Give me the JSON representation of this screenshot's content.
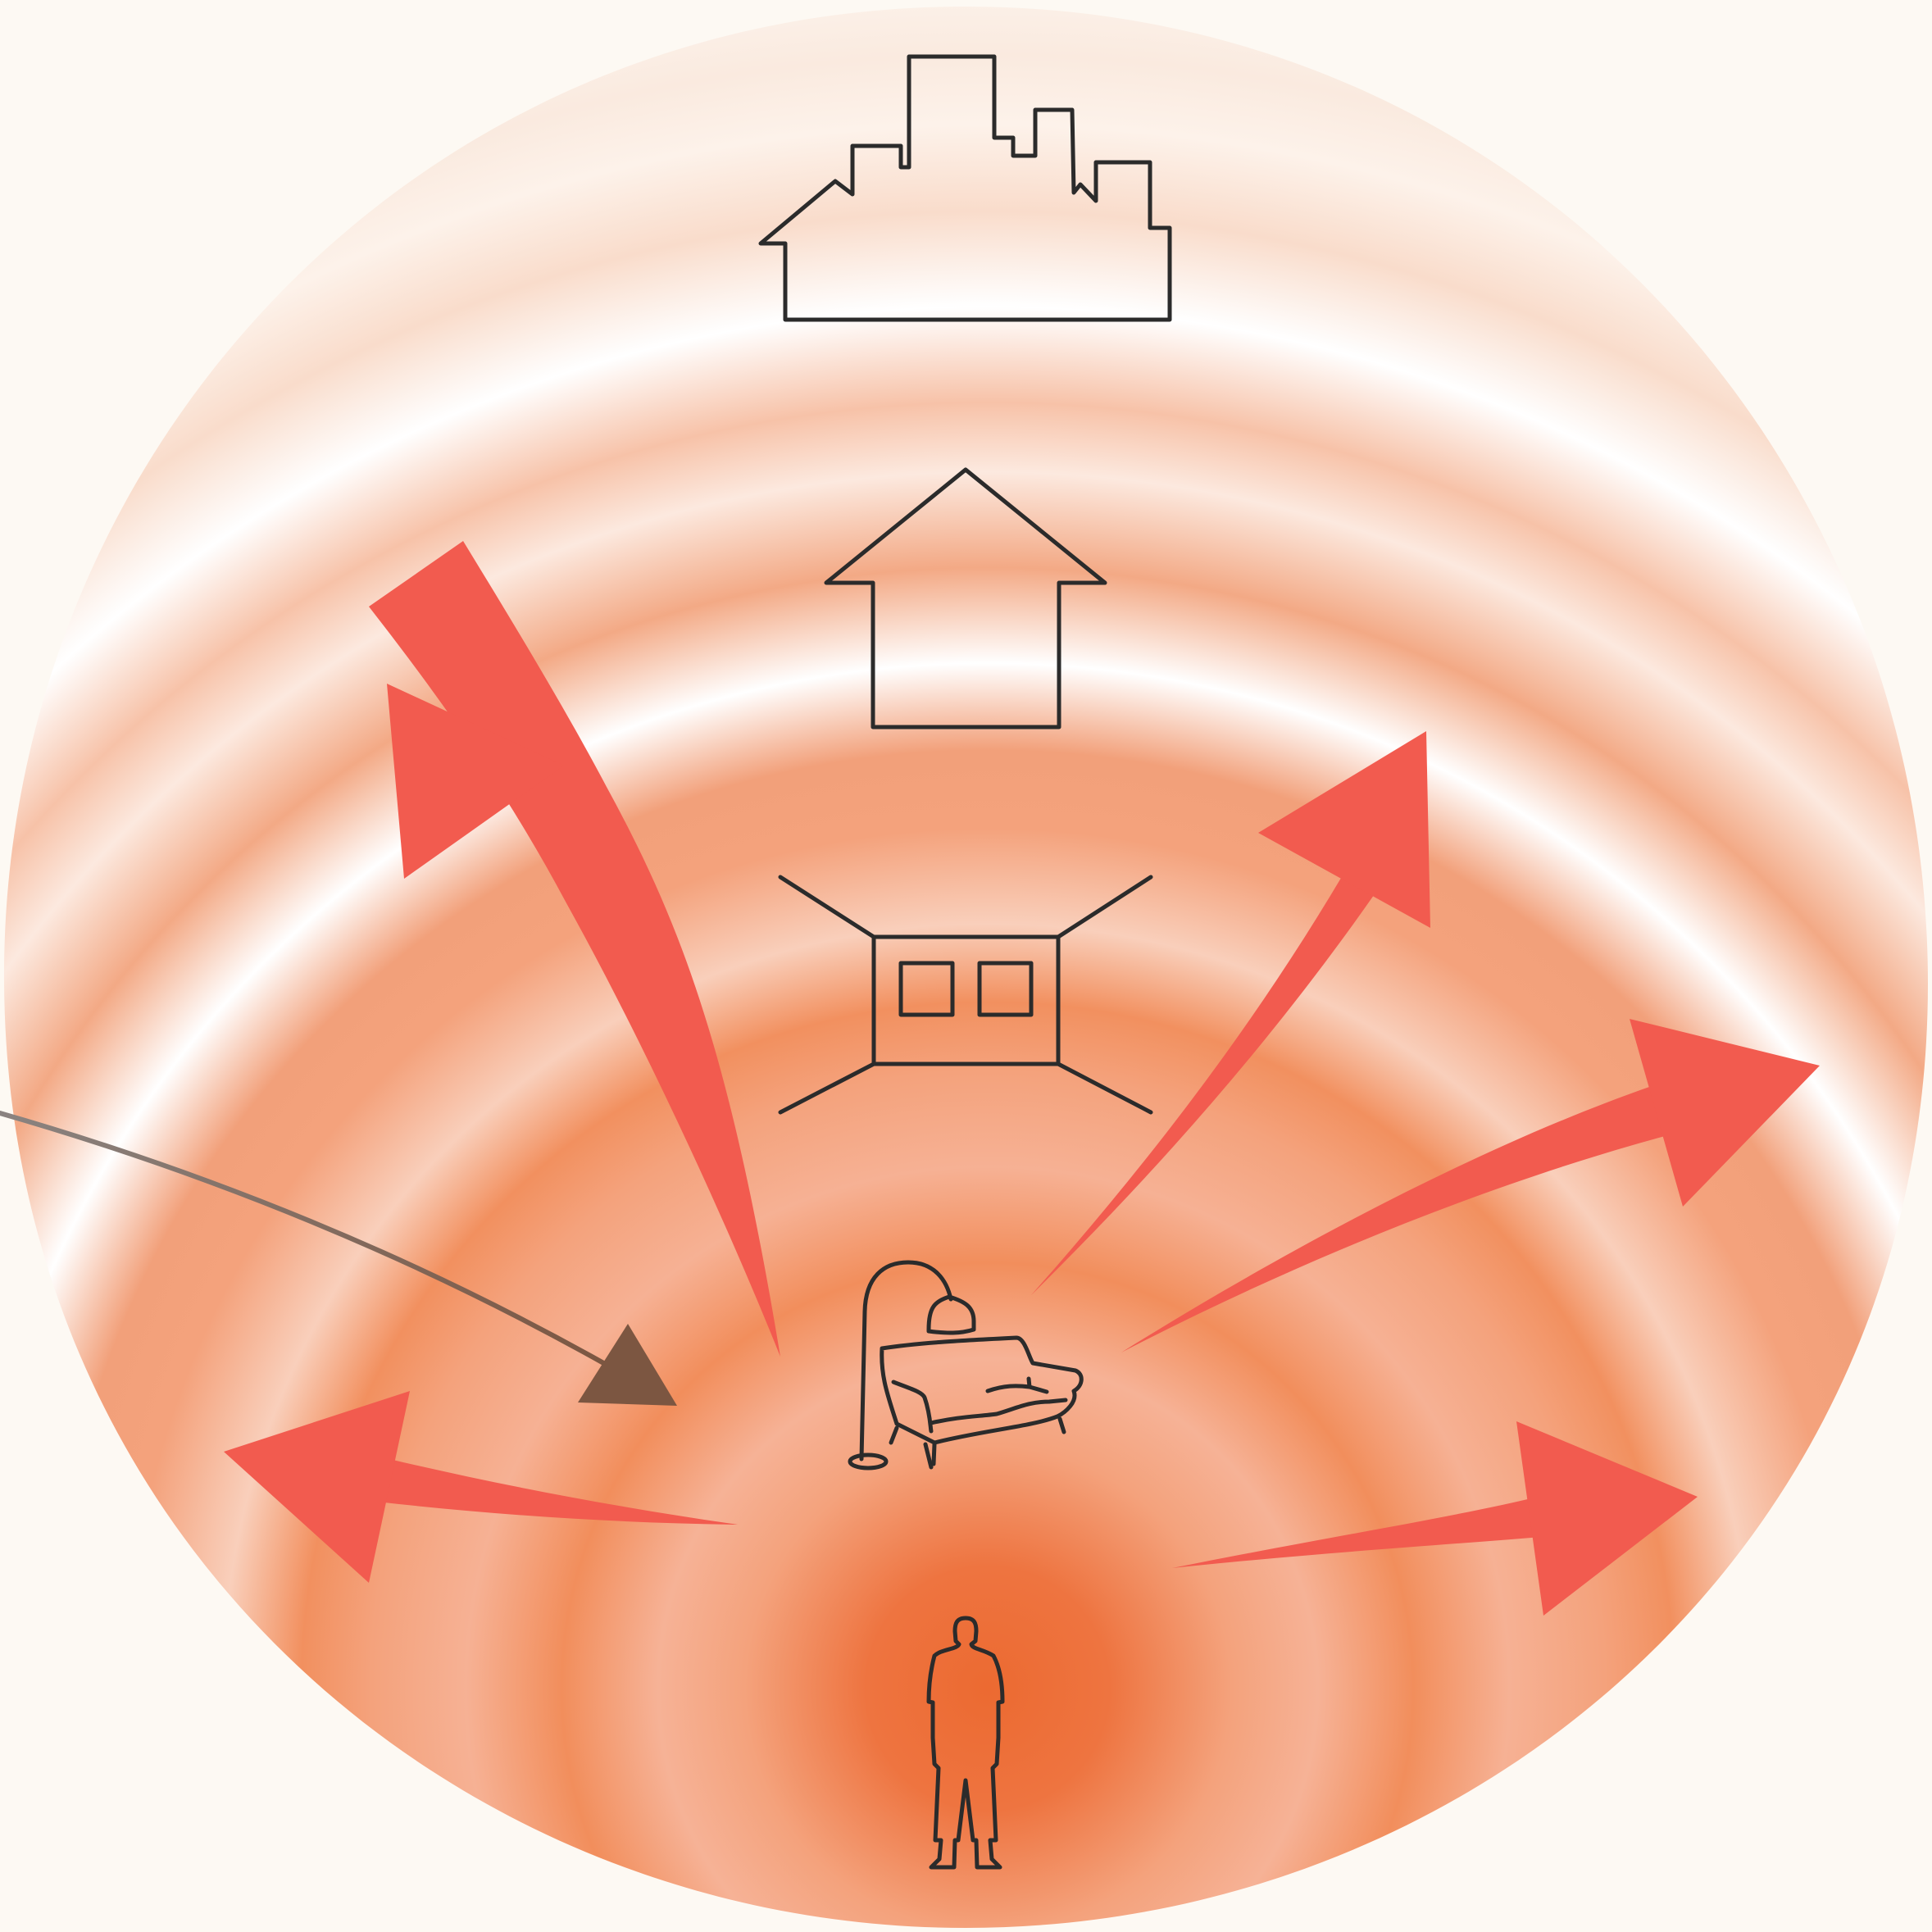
{
  "diagram": {
    "type": "concentric-scales",
    "colors": {
      "background": "#fdf9f3",
      "core": "#ec6a31",
      "ring_band": "#f5a47a",
      "ring_gap": "#ffffff",
      "outward_arrow": "#f25b4f",
      "inward_arrow": "#7c5641",
      "icon_stroke": "#2b2b2b"
    },
    "scales": [
      {
        "id": "person",
        "icon": "person-icon",
        "order": 1
      },
      {
        "id": "furniture",
        "icon": "armchair-lamp-icon",
        "order": 2
      },
      {
        "id": "room",
        "icon": "room-icon",
        "order": 3
      },
      {
        "id": "house",
        "icon": "house-icon",
        "order": 4
      },
      {
        "id": "city",
        "icon": "city-skyline-icon",
        "order": 5
      }
    ],
    "arrows": {
      "outward_count": 5,
      "inward_count": 1
    }
  }
}
